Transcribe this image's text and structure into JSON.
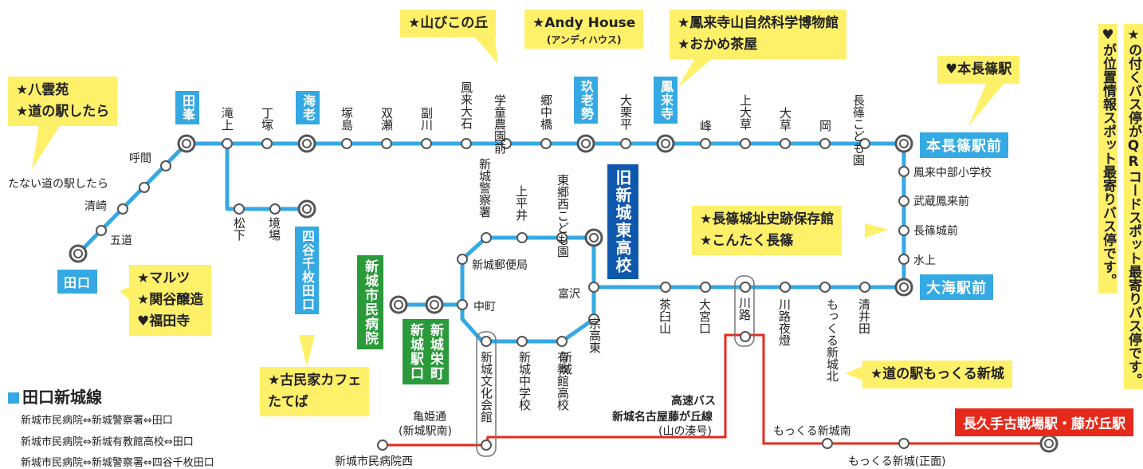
{
  "legend": {
    "title": "田口新城線",
    "routes": [
      "新城市民病院⇔新城警察署⇔田口",
      "新城市民病院⇔新城有教館高校⇔田口",
      "新城市民病院⇔新城警察署⇔四谷千枚田口"
    ]
  },
  "notes": {
    "star_note": "★の付くバス停がQRコードスポット最寄りバス停です。",
    "heart_note": "♥が位置情報スポット最寄りバス停です。"
  },
  "main_line_stops": [
    "呼間",
    "滝上",
    "丁塚",
    "海老",
    "塚島",
    "双瀬",
    "副川",
    "鳳来大石",
    "学童農園前",
    "郷中橋",
    "玖老勢",
    "大栗平",
    "鳳来寺",
    "峰",
    "上大草",
    "大草",
    "岡",
    "長篠こども園"
  ],
  "west_stops": [
    "清崎",
    "五道",
    "たない道の駅したら"
  ],
  "branch_stops": [
    "松下",
    "境場"
  ],
  "east_stops": [
    "鳳来中部小学校",
    "武蔵鳳来前",
    "長篠城前",
    "水上"
  ],
  "south_stops": [
    "茶臼山",
    "大宮口",
    "川路",
    "川路夜燈",
    "もっくる新城北",
    "清井田"
  ],
  "loop_stops": [
    "新城警察署",
    "上平井",
    "東郷西こども園",
    "新城郵便局",
    "富沢",
    "中町",
    "宗高東",
    "新城文化会館",
    "新城中学校",
    "有教館高校",
    "新城"
  ],
  "red_stops": [
    "亀姫通",
    "(新城駅南)",
    "新城市民病院西",
    "もっくる新城南",
    "もっくる新城(正面)"
  ],
  "terminals": {
    "taguchi": "田口",
    "tashina": "田峯",
    "ebi": "海老",
    "kuroze": "玖老勢",
    "horaiji": "鳳来寺",
    "nagashino": "本長篠駅前",
    "oumi": "大海駅前",
    "yotsuya": "四谷千枚田口",
    "hospital": "新城市民病院",
    "sakaemachi": "新城栄町",
    "ekimae": "新城駅口",
    "highschool": "旧新城東高校",
    "nagakute": "長久手古戦場駅・藤が丘駅"
  },
  "express": {
    "line1": "高速バス",
    "line2": "新城名古屋藤が丘線",
    "line3": "(山の湊号)"
  },
  "callouts": {
    "yakumo": [
      "★八雲苑",
      "★道の駅したら"
    ],
    "yamabiko": "★山びこの丘",
    "andy": [
      "★Andy House",
      "(アンディハウス)"
    ],
    "museum": [
      "★鳳来寺山自然科学博物館",
      "★おかめ茶屋"
    ],
    "honnagashino": "♥本長篠駅",
    "marutsu": [
      "★マルツ",
      "★関谷醸造",
      "♥福田寺"
    ],
    "cafe": [
      "★古民家カフェ",
      "たてば"
    ],
    "castle": [
      "★長篠城址史跡保存館",
      "★こんたく長篠"
    ],
    "mokkuru": "★道の駅もっくる新城"
  },
  "colors": {
    "blue_line": "#35a9e3",
    "red_line": "#e52a1c",
    "callout": "#fff06a",
    "green": "#2a9a3a",
    "navy": "#0e58ad"
  }
}
